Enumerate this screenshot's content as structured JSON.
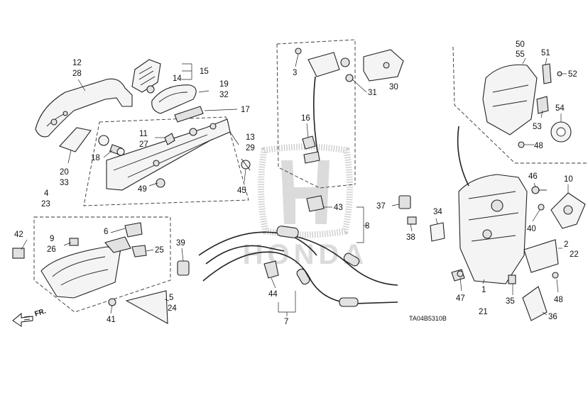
{
  "diagram": {
    "watermark": "HONDA",
    "code": "TA04B5310B",
    "direction_label": "FR.",
    "labels": {
      "l12": "12",
      "l28": "28",
      "l14": "14",
      "l15": "15",
      "l19": "19",
      "l32": "32",
      "l17": "17",
      "l11": "11",
      "l27": "27",
      "l13": "13",
      "l29": "29",
      "l18": "18",
      "l20": "20",
      "l33": "33",
      "l49": "49",
      "l45": "45",
      "l4": "4",
      "l23": "23",
      "l42": "42",
      "l9": "9",
      "l26": "26",
      "l6": "6",
      "l25": "25",
      "l39": "39",
      "l41": "41",
      "l5": "5",
      "l24": "24",
      "l3": "3",
      "l31": "31",
      "l30": "30",
      "l16": "16",
      "l43": "43",
      "l37": "37",
      "l38": "38",
      "l8": "8",
      "l44": "44",
      "l7": "7",
      "l34": "34",
      "l50": "50",
      "l55": "55",
      "l51": "51",
      "l52": "52",
      "l53": "53",
      "l54": "54",
      "l48a": "48",
      "l46": "46",
      "l10": "10",
      "l40": "40",
      "l2": "2",
      "l22": "22",
      "l47": "47",
      "l1": "1",
      "l21": "21",
      "l35": "35",
      "l48b": "48",
      "l36": "36"
    }
  }
}
